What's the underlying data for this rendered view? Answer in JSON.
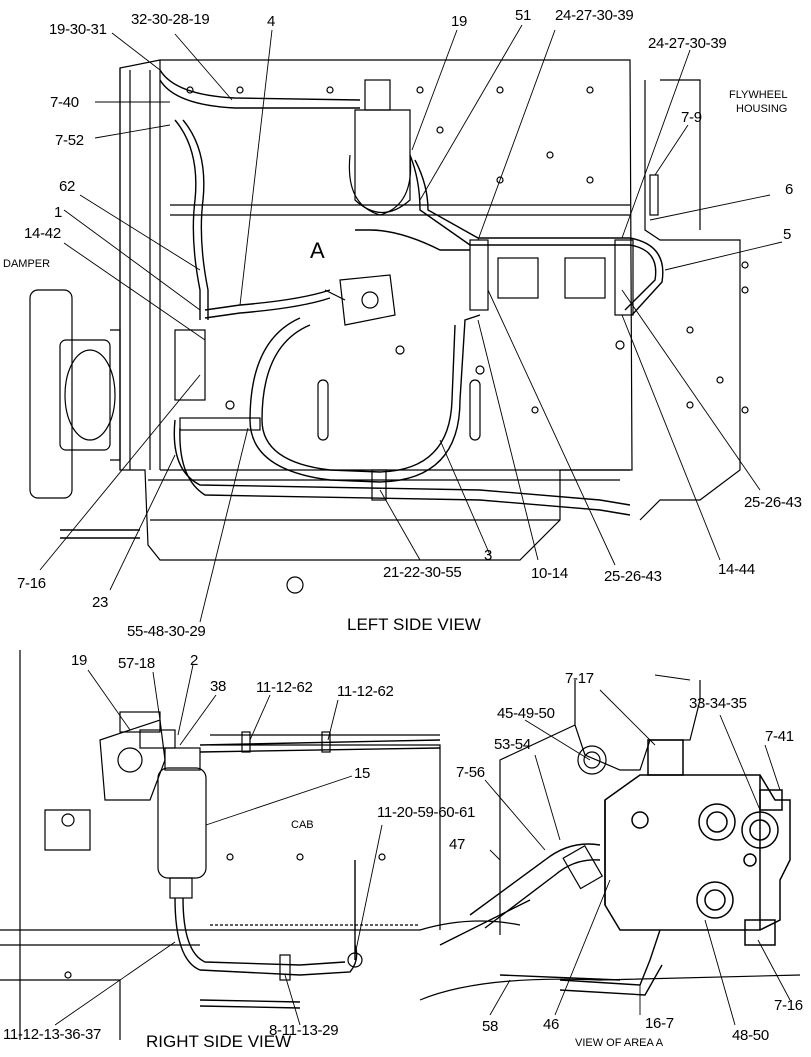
{
  "titles": {
    "left_view": "LEFT SIDE VIEW",
    "right_view": "RIGHT SIDE VIEW",
    "area_view": "VIEW OF AREA A"
  },
  "notes": {
    "damper": "DAMPER",
    "flywheel_1": "FLYWHEEL",
    "flywheel_2": "HOUSING",
    "area_marker": "A",
    "cab": "CAB"
  },
  "callouts": {
    "left": [
      "19-30-31",
      "32-30-28-19",
      "4",
      "19",
      "51",
      "24-27-30-39",
      "24-27-30-39",
      "7-40",
      "7-52",
      "7-9",
      "62",
      "6",
      "1",
      "14-42",
      "5",
      "25-26-43",
      "14-44",
      "25-26-43",
      "10-14",
      "3",
      "21-22-30-55",
      "7-16",
      "23",
      "55-48-30-29"
    ],
    "right": [
      "19",
      "57-18",
      "2",
      "38",
      "11-12-62",
      "11-12-62",
      "15",
      "11-20-59-60-61",
      "8-11-13-29",
      "11-12-13-36-37"
    ],
    "area": [
      "7-17",
      "33-34-35",
      "45-49-50",
      "7-41",
      "53-54",
      "7-56",
      "47",
      "46",
      "58",
      "16-7",
      "48-50",
      "7-16"
    ]
  }
}
